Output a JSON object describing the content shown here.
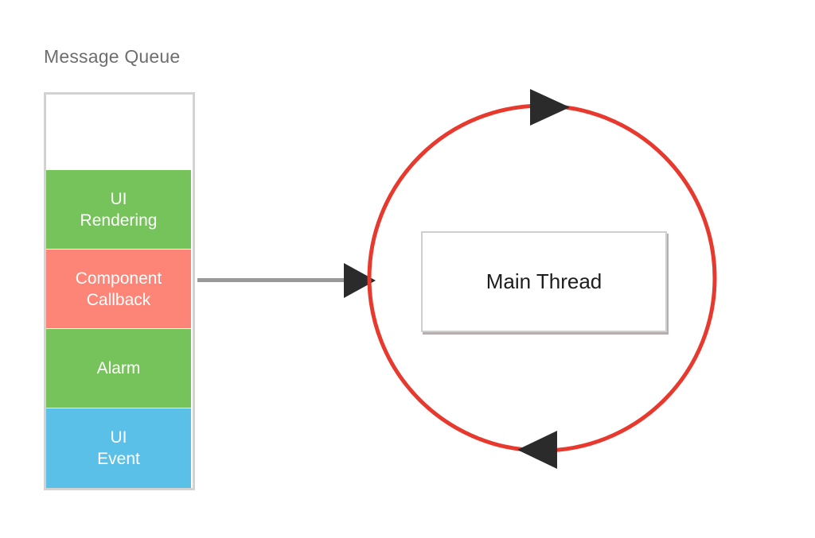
{
  "diagram": {
    "type": "flow-diagram",
    "background_color": "#ffffff"
  },
  "queue": {
    "title": "Message Queue",
    "title_color": "#6e6e6e",
    "border_color": "#d2d2d2",
    "items": [
      {
        "line1": "UI",
        "line2": "Rendering",
        "color": "#76c25b",
        "text_color": "#ffffff"
      },
      {
        "line1": "Component",
        "line2": "Callback",
        "color": "#fc8577",
        "text_color": "#ffffff"
      },
      {
        "line1": "Alarm",
        "line2": "",
        "color": "#76c25b",
        "text_color": "#ffffff"
      },
      {
        "line1": "UI",
        "line2": "Event",
        "color": "#5bc0e8",
        "text_color": "#ffffff"
      }
    ]
  },
  "connector": {
    "name": "queue-to-main-thread",
    "line_color": "#999999",
    "arrowhead_color": "#2b2b2b",
    "direction": "right"
  },
  "cycle": {
    "color": "#e8392f",
    "arrow_color": "#2b2b2b",
    "direction": "clockwise",
    "top_arrow": "right",
    "bottom_arrow": "left"
  },
  "main_thread": {
    "label": "Main Thread",
    "border_color": "#cfcfcf",
    "text_color": "#1d1d1d",
    "background": "#ffffff"
  }
}
